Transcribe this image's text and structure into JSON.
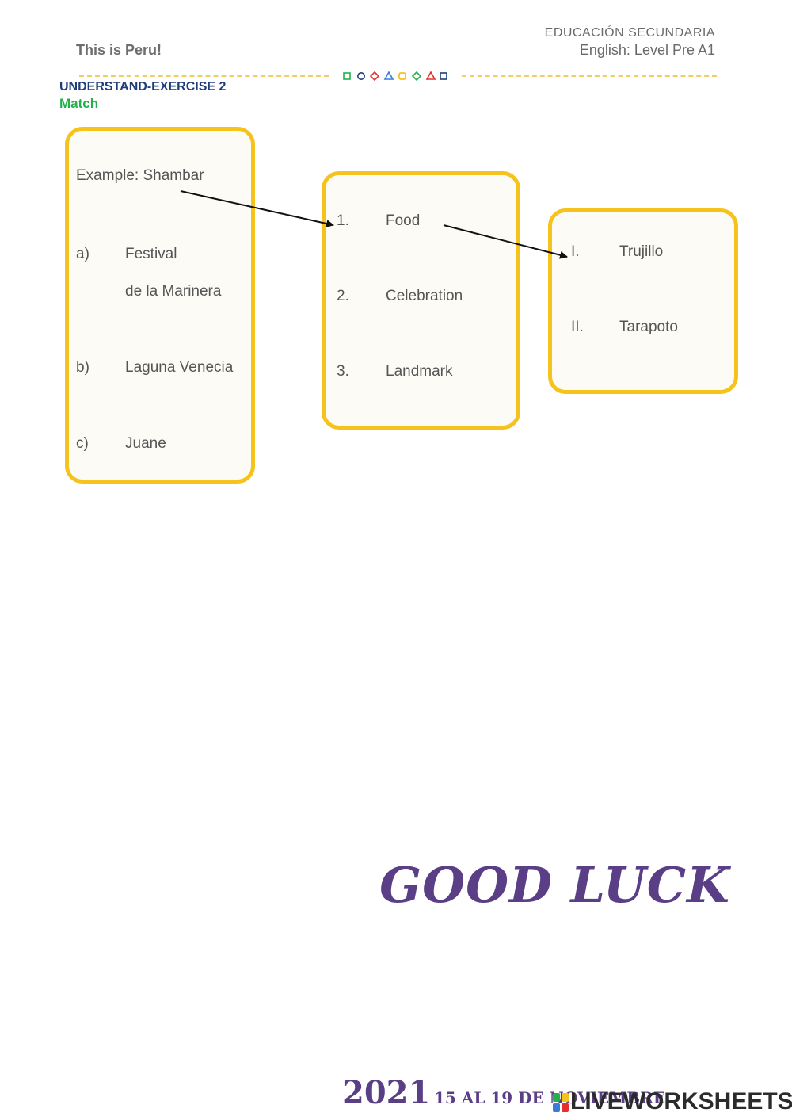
{
  "header": {
    "left_title": "This is Peru!",
    "right_line1": "EDUCACIÓN  SECUNDARIA",
    "right_line2": "English: Level Pre A1",
    "decor_colors": [
      "#22b04b",
      "#1f3d7a",
      "#e4302b",
      "#3a7bd5",
      "#f6c21c",
      "#22b04b",
      "#e4302b",
      "#1f3d7a"
    ]
  },
  "exercise": {
    "title": "UNDERSTAND-EXERCISE 2",
    "subtitle": "Match"
  },
  "column1": {
    "example": "Example: Shambar",
    "items": [
      {
        "marker": "a)",
        "text": "Festival",
        "text2": "de la Marinera"
      },
      {
        "marker": "b)",
        "text": "Laguna Venecia"
      },
      {
        "marker": "c)",
        "text": "Juane"
      }
    ]
  },
  "column2": {
    "items": [
      {
        "marker": "1.",
        "text": "Food"
      },
      {
        "marker": "2.",
        "text": "Celebration"
      },
      {
        "marker": "3.",
        "text": "Landmark"
      }
    ]
  },
  "column3": {
    "items": [
      {
        "marker": "I.",
        "text": "Trujillo"
      },
      {
        "marker": "II.",
        "text": "Tarapoto"
      }
    ]
  },
  "footer": {
    "good_luck": "GOOD LUCK",
    "year": "2021",
    "date": "15 AL 19 DE NOVIEMBRE",
    "watermark": "LIVEWORKSHEETS"
  },
  "colors": {
    "box_border": "#f6c21c",
    "accent_purple": "#5a3f86",
    "title_blue": "#1f3d7a",
    "match_green": "#22b04b"
  }
}
